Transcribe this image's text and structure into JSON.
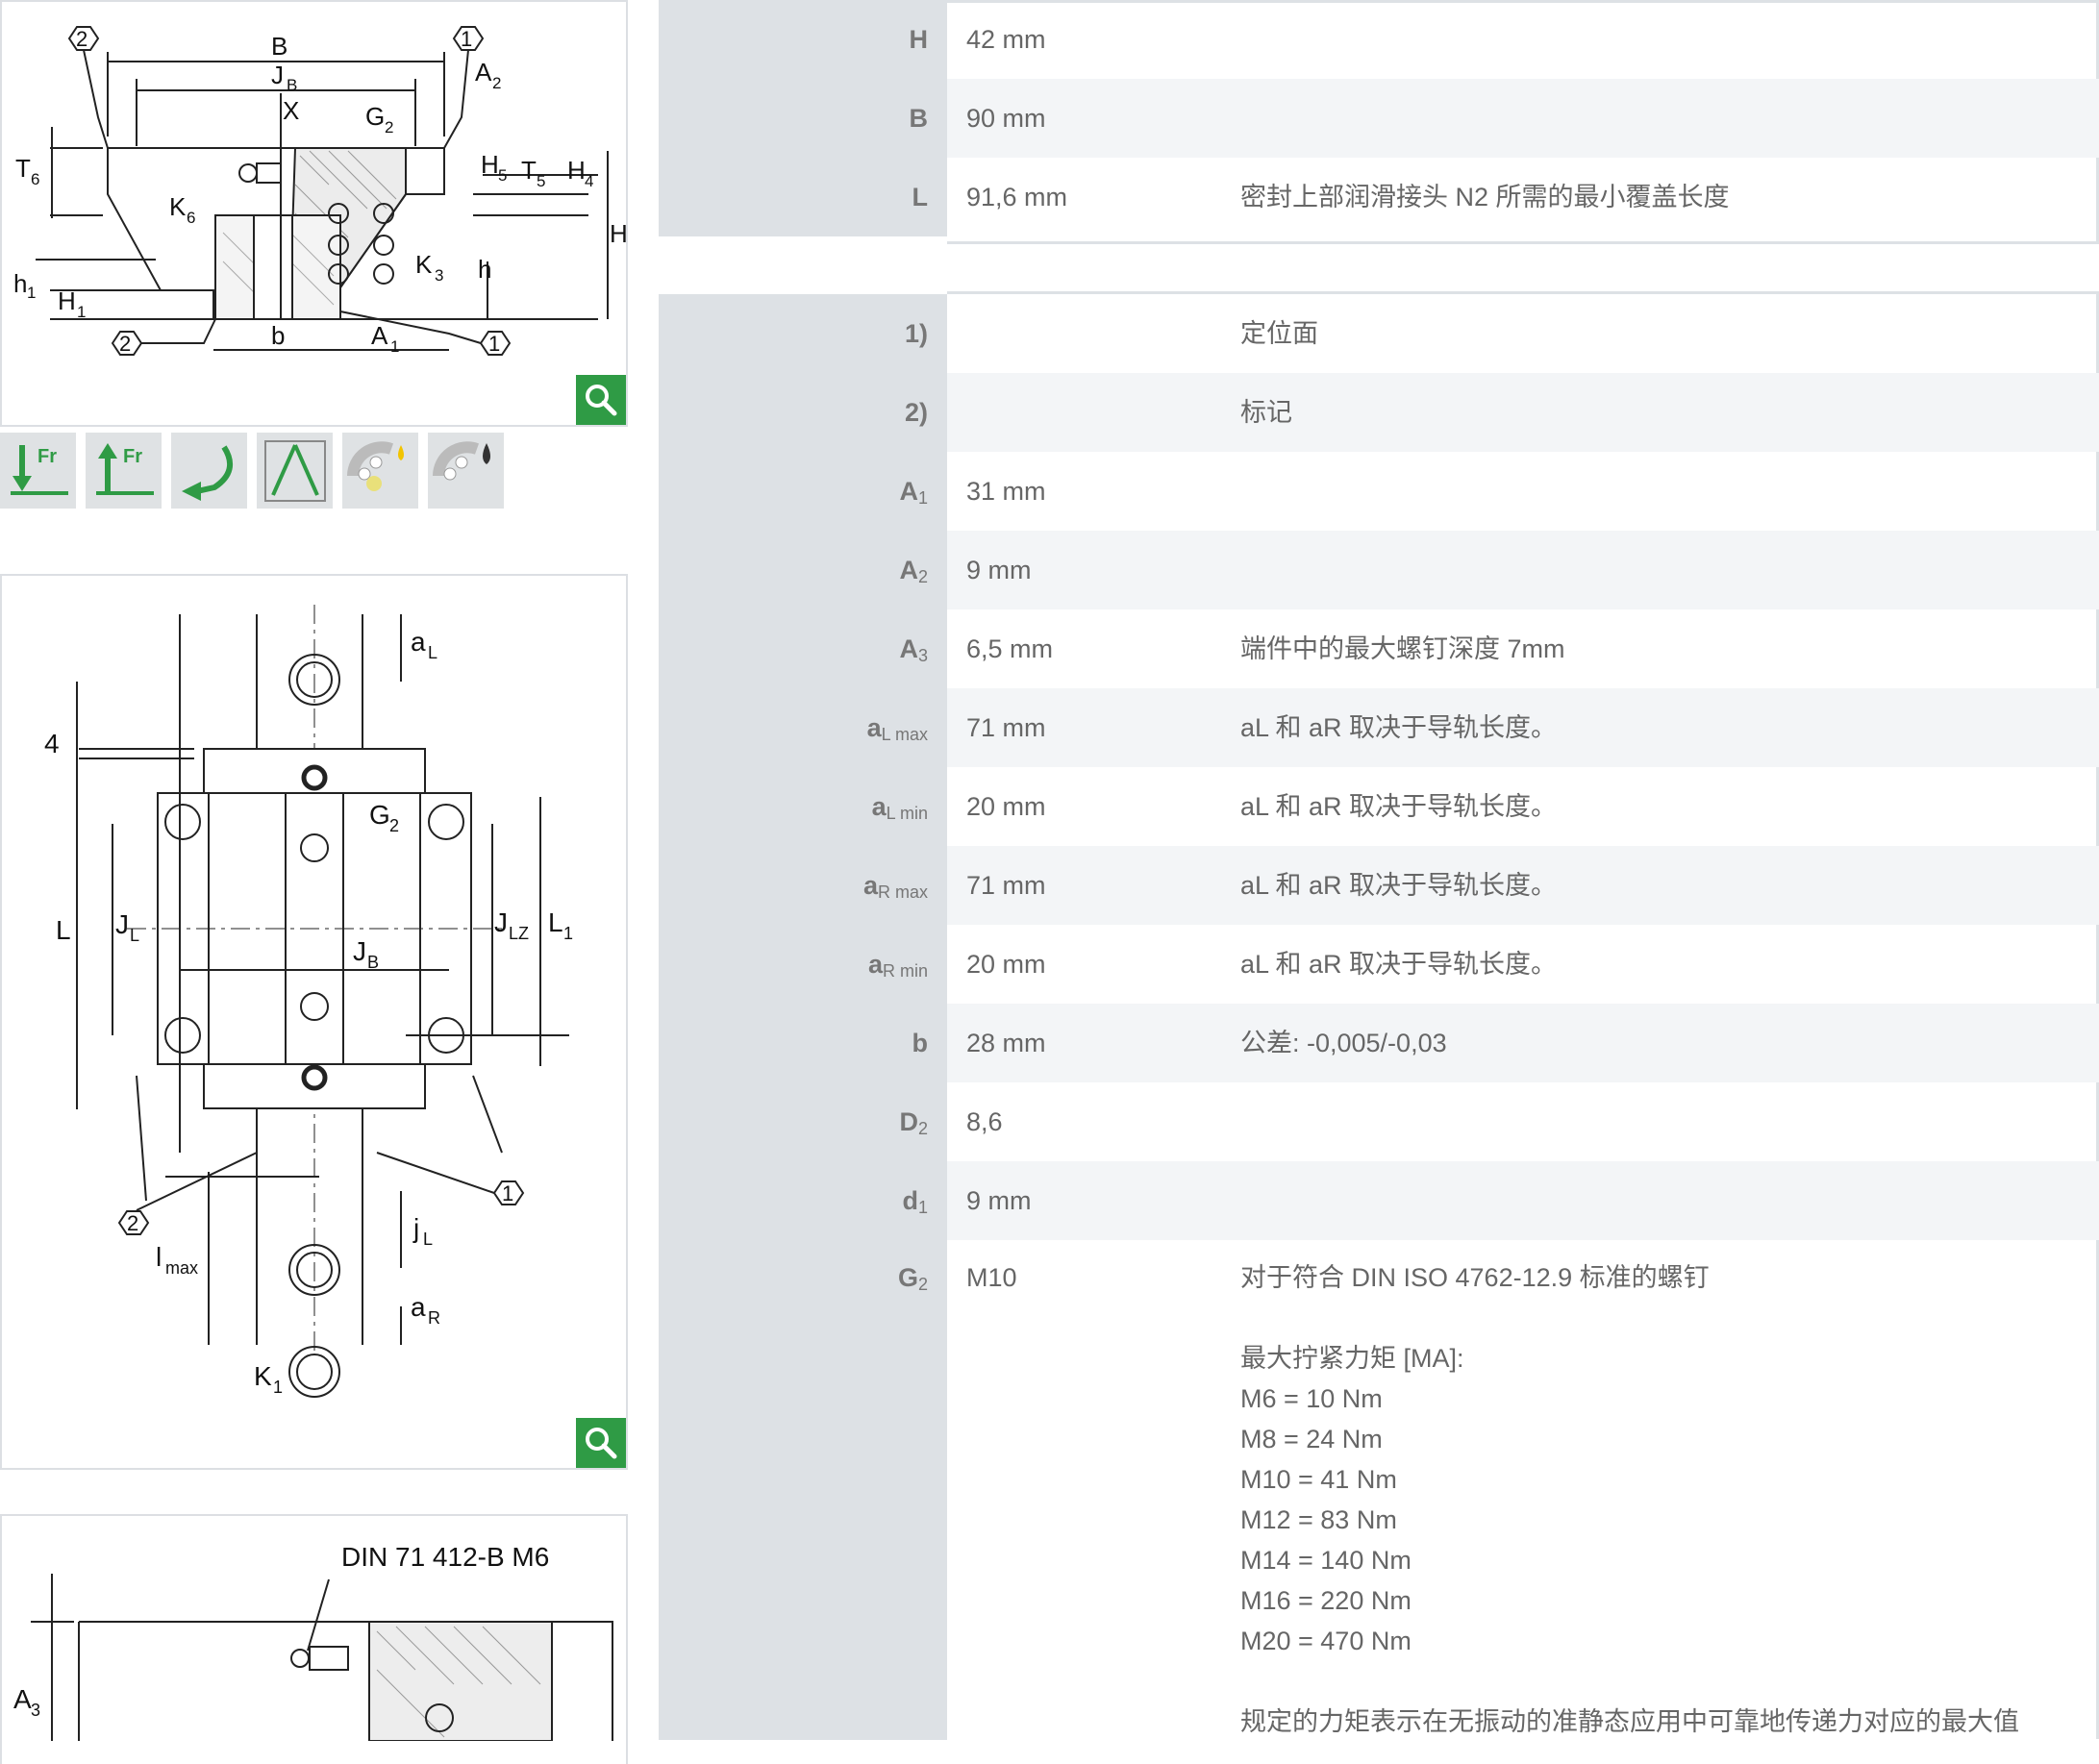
{
  "drawings": {
    "cross_section": {
      "labels": [
        "B",
        "J",
        "B",
        "X",
        "G",
        "2",
        "A",
        "2",
        "T",
        "6",
        "H",
        "5",
        "T",
        "5",
        "H",
        "4",
        "K",
        "6",
        "K",
        "3",
        "h",
        "H",
        "h",
        "1",
        "H",
        "1",
        "b",
        "A",
        "1",
        "1",
        "2",
        "2",
        "1"
      ]
    },
    "top_view": {
      "labels": [
        "a",
        "L",
        "4",
        "G",
        "2",
        "J",
        "L",
        "J",
        "LZ",
        "L",
        "1",
        "L",
        "J",
        "B",
        "1",
        "2",
        "l",
        "max",
        "j",
        "L",
        "a",
        "R",
        "K",
        "1"
      ]
    },
    "lube_view": {
      "title": "DIN 71 412-B M6",
      "labels": [
        "A",
        "3"
      ]
    }
  },
  "icons": [
    "radial-load-down-icon",
    "radial-load-up-icon",
    "moment-load-icon",
    "angle-adjust-icon",
    "grease-lubrication-icon",
    "oil-lubrication-icon"
  ],
  "icon_texts": {
    "fr": "Fr"
  },
  "colors": {
    "zoom_green": "#2f9b45",
    "label_bg": "#dde1e5",
    "alt_row": "#f3f5f7"
  },
  "table1": [
    {
      "sym": "H",
      "sub": "",
      "value": "42  mm",
      "note": ""
    },
    {
      "sym": "B",
      "sub": "",
      "value": "90  mm",
      "note": ""
    },
    {
      "sym": "L",
      "sub": "",
      "value": "91,6  mm",
      "note": "密封上部润滑接头 N2 所需的最小覆盖长度"
    }
  ],
  "table2": [
    {
      "sym": "1)",
      "sub": "",
      "value": "",
      "note": "定位面"
    },
    {
      "sym": "2)",
      "sub": "",
      "value": "",
      "note": "标记"
    },
    {
      "sym": "A",
      "sub": "1",
      "value": "31  mm",
      "note": ""
    },
    {
      "sym": "A",
      "sub": "2",
      "value": "9  mm",
      "note": ""
    },
    {
      "sym": "A",
      "sub": "3",
      "value": "6,5  mm",
      "note": "端件中的最大螺钉深度 7mm"
    },
    {
      "sym": "a",
      "sub": "L max",
      "value": "71  mm",
      "note": "aL 和 aR 取决于导轨长度。"
    },
    {
      "sym": "a",
      "sub": "L min",
      "value": "20  mm",
      "note": "aL 和 aR 取决于导轨长度。"
    },
    {
      "sym": "a",
      "sub": "R max",
      "value": "71  mm",
      "note": "aL 和 aR 取决于导轨长度。"
    },
    {
      "sym": "a",
      "sub": "R min",
      "value": "20  mm",
      "note": "aL 和 aR 取决于导轨长度。"
    },
    {
      "sym": "b",
      "sub": "",
      "value": "28  mm",
      "note": "公差: -0,005/-0,03"
    },
    {
      "sym": "D",
      "sub": "2",
      "value": "8,6",
      "note": ""
    },
    {
      "sym": "d",
      "sub": "1",
      "value": "9  mm",
      "note": ""
    }
  ],
  "g2": {
    "sym": "G",
    "sub": "2",
    "value": "M10",
    "lines": [
      "对于符合 DIN ISO 4762-12.9 标准的螺钉",
      "",
      "最大拧紧力矩 [MA]:",
      "M6 = 10 Nm",
      "M8 = 24 Nm",
      "M10 = 41 Nm",
      "M12 = 83 Nm",
      "M14 = 140 Nm",
      "M16 = 220 Nm",
      "M20 = 470 Nm",
      "",
      "规定的力矩表示在无振动的准静态应用中可靠地传递力对应的最大值"
    ]
  }
}
